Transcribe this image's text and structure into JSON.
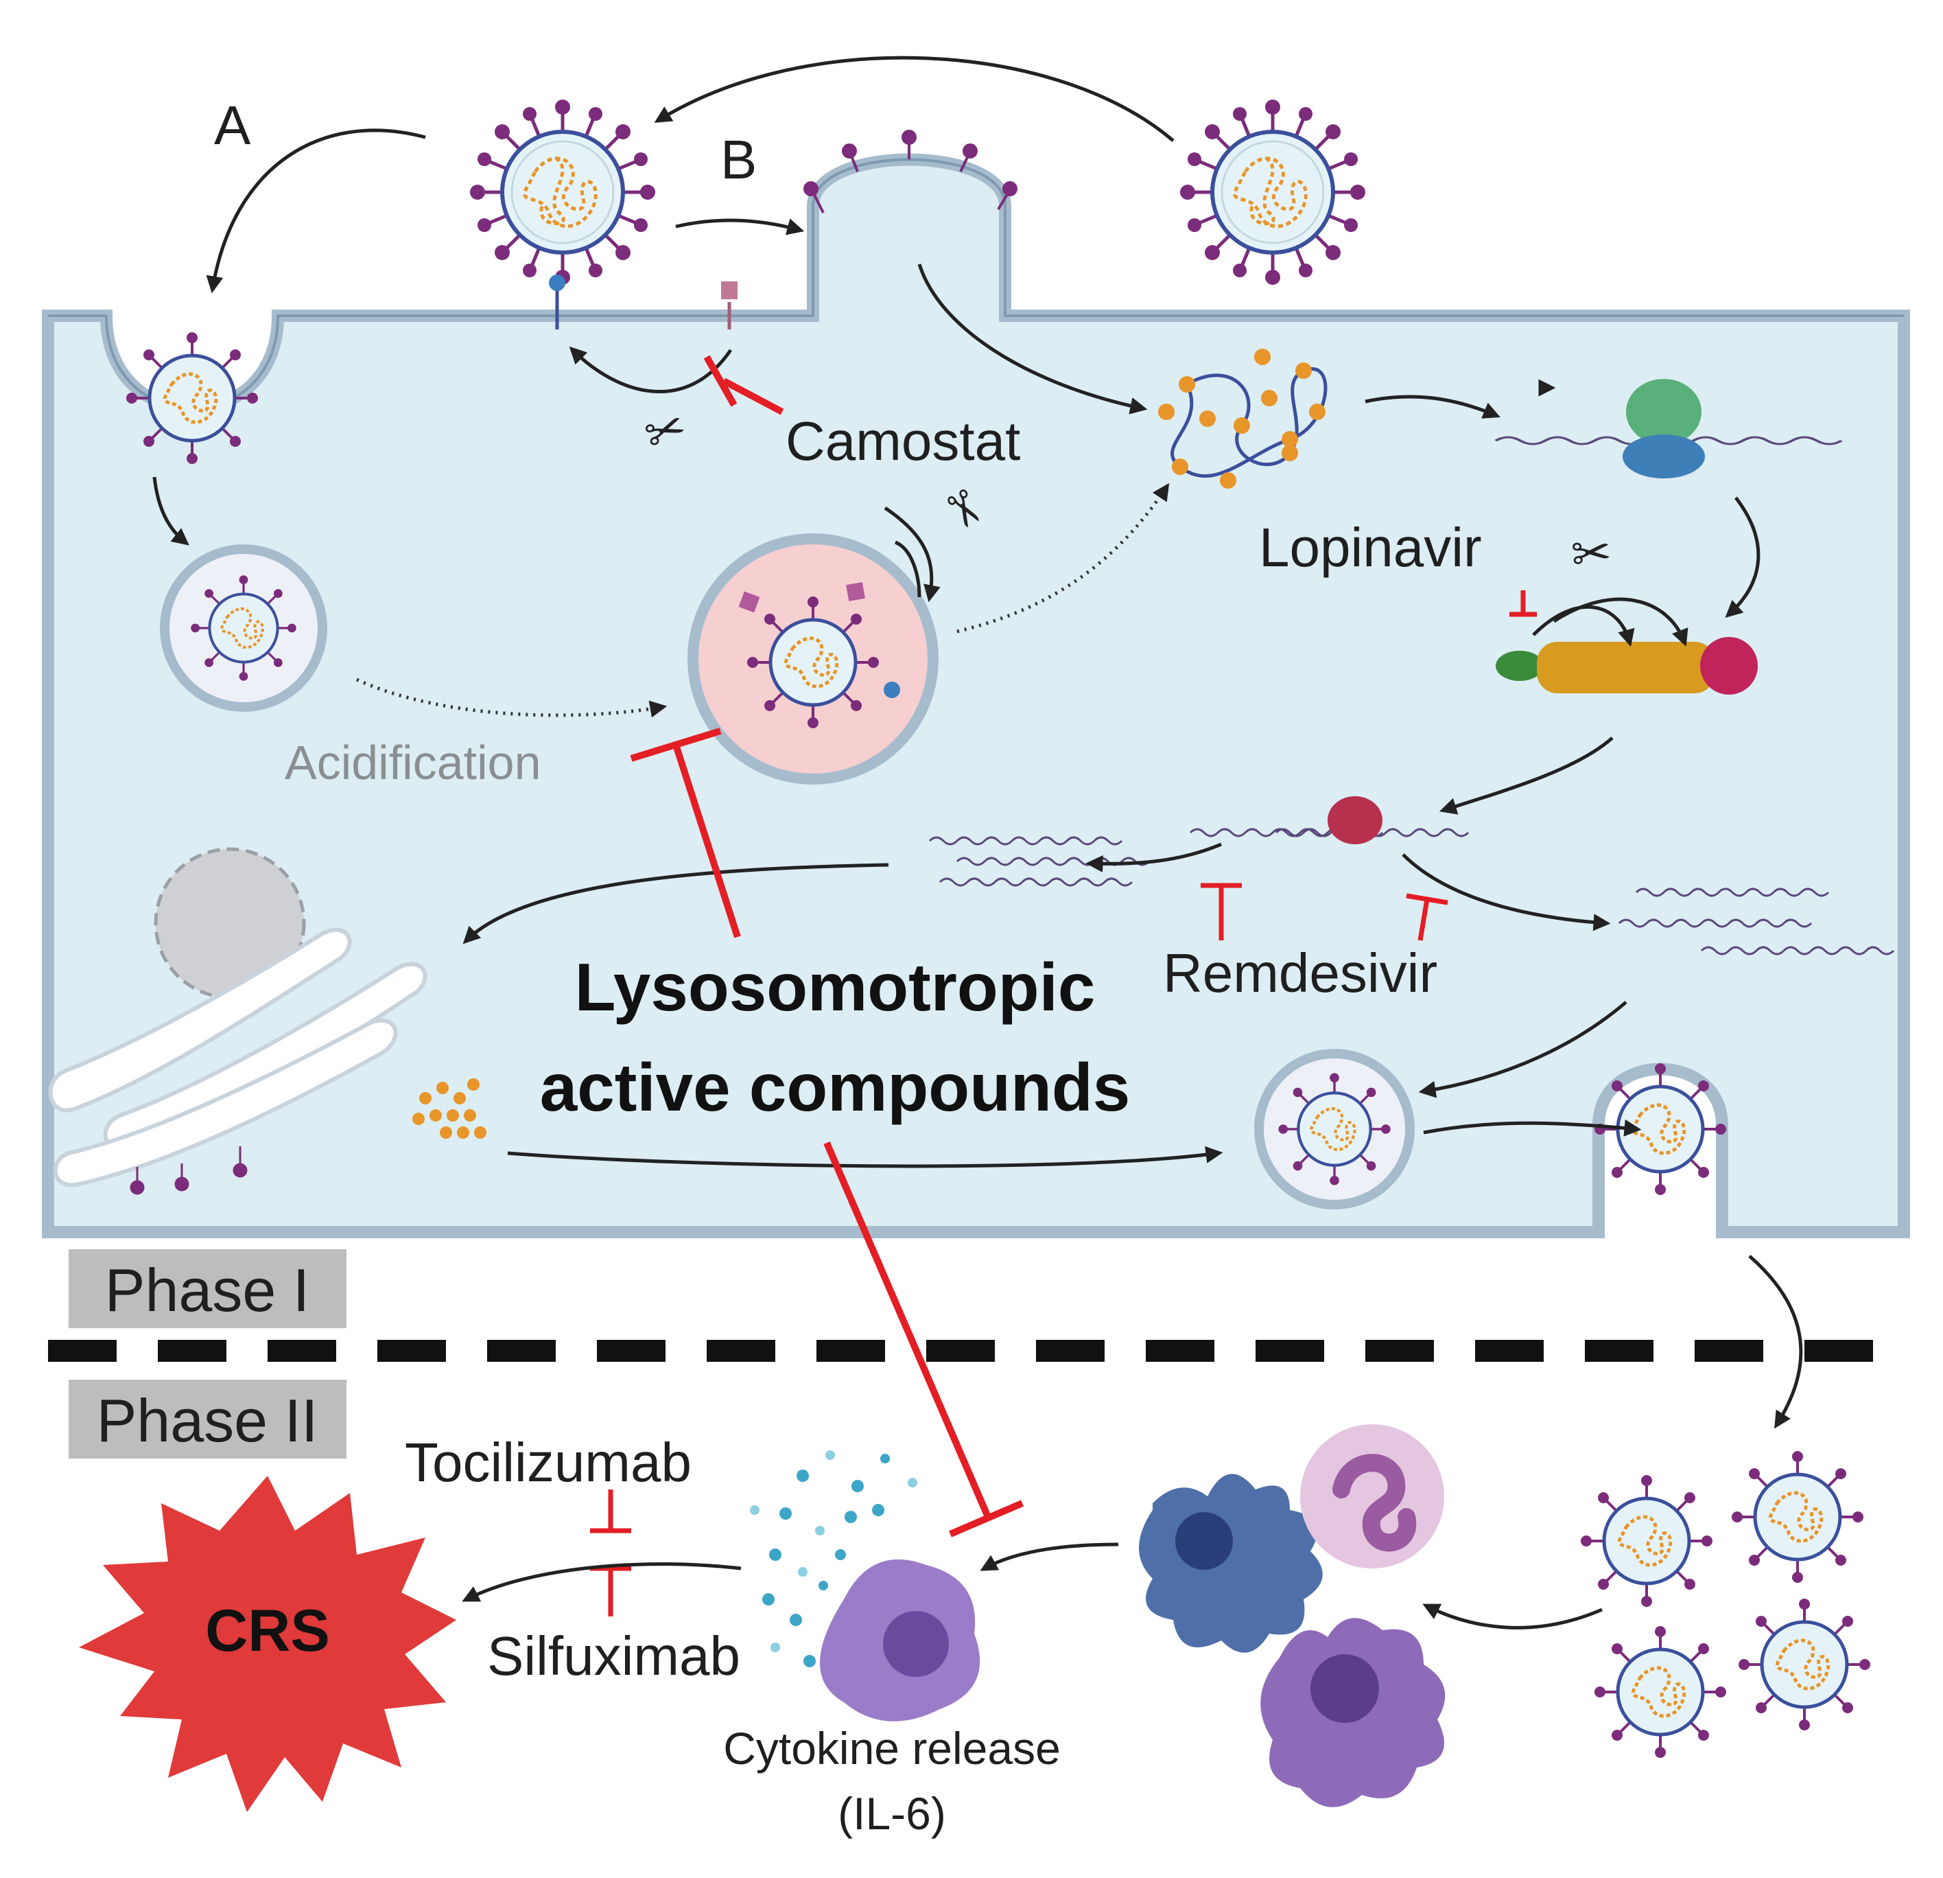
{
  "labels": {
    "route_a": "A",
    "route_b": "B",
    "camostat": "Camostat",
    "lopinavir": "Lopinavir",
    "acidification": "Acidification",
    "remdesivir": "Remdesivir",
    "lyso_line1": "Lysosomotropic",
    "lyso_line2": "active compounds",
    "phase1": "Phase I",
    "phase2": "Phase II",
    "tocilizumab": "Tocilizumab",
    "silfuximab": "Silfuximab",
    "crs": "CRS",
    "cytokine_line1": "Cytokine release",
    "cytokine_line2": "(IL-6)"
  },
  "colors": {
    "cell_fill": "#dcedf3",
    "membrane": "#a6bccd",
    "inhibitor_red": "#e31e24",
    "crs_red": "#e03a3a",
    "spike_purple": "#7b2c7a",
    "rna_orange": "#e8952a",
    "endosome_pink": "#f6cfd1"
  }
}
